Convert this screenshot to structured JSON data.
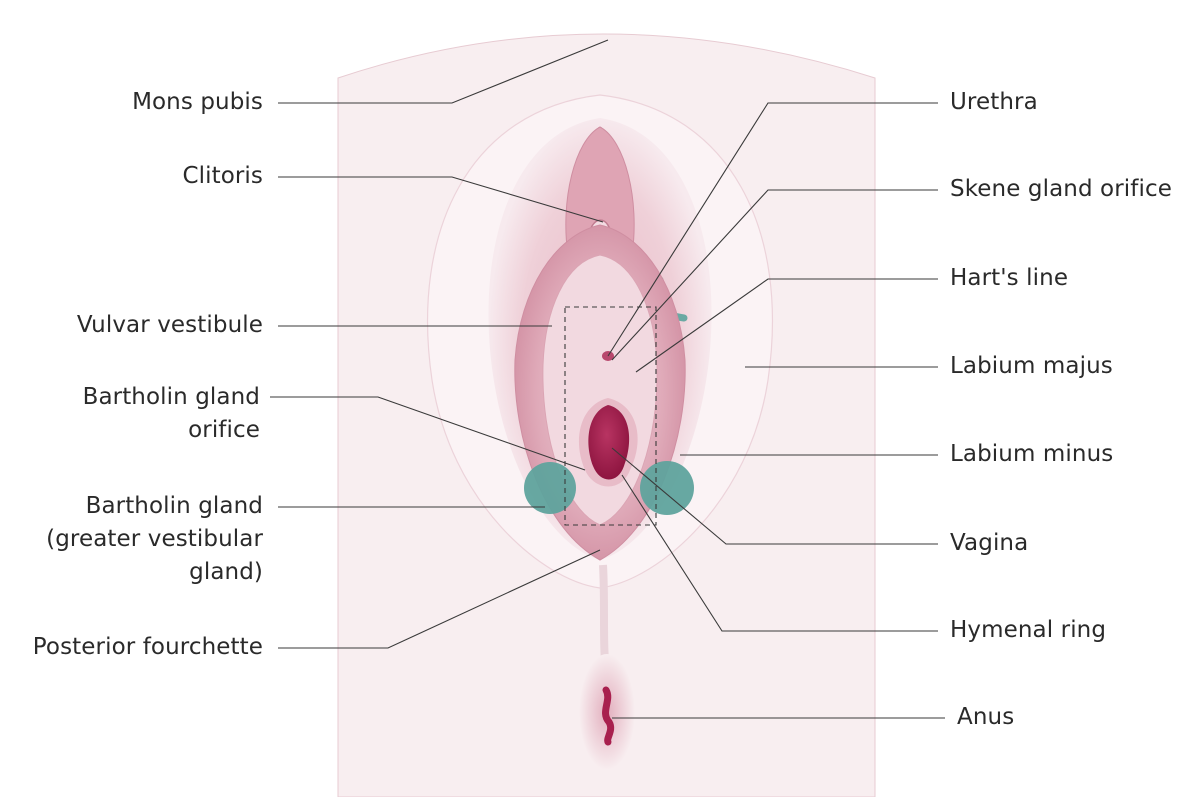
{
  "labels": {
    "mons_pubis": "Mons pubis",
    "clitoris": "Clitoris",
    "vulvar_vestibule": "Vulvar vestibule",
    "bartholin_orifice": [
      "Bartholin gland",
      "orifice"
    ],
    "bartholin_gland": [
      "Bartholin gland",
      "(greater vestibular",
      "gland)"
    ],
    "posterior_fourchette": "Posterior fourchette",
    "urethra": "Urethra",
    "skene_orifice": "Skene gland orifice",
    "harts_line": "Hart's line",
    "labium_majus": "Labium majus",
    "labium_minus": "Labium minus",
    "vagina": "Vagina",
    "hymenal_ring": "Hymenal ring",
    "anus": "Anus"
  },
  "colors": {
    "skin": "#f8eef0",
    "labia_majora": "#eecdd6",
    "labia_minora": "#dba2b2",
    "vestibule": "#f1d8df",
    "vagina": "#a8204e",
    "gland": "#5fa39d"
  }
}
